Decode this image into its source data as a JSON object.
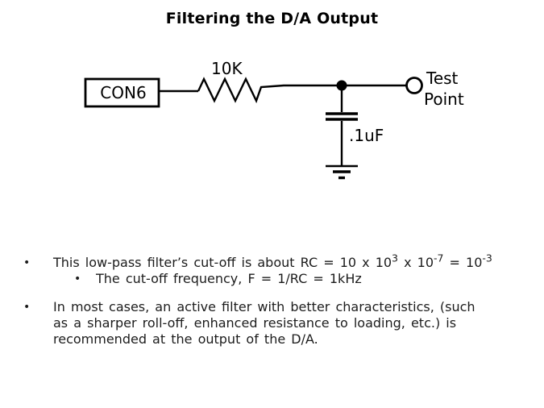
{
  "title": "Filtering the D/A Output",
  "schematic": {
    "connector_label": "CON6",
    "resistor_value": "10K",
    "capacitor_value": ".1uF",
    "test_point_line1": "Test",
    "test_point_line2": "Point"
  },
  "bullets": {
    "marker": "•",
    "b1": {
      "t1": "This low-pass filter’s cut-off is about RC = 10 x 10",
      "s1": "3",
      "t2": " x 10",
      "s2": "-7",
      "t3": " = 10",
      "s3": "-3"
    },
    "b1_sub": "The cut-off frequency, F = 1/RC = 1kHz",
    "b2": {
      "line1": "In most cases, an active filter with better characteristics, (such",
      "line2": "as a sharper roll-off, enhanced resistance to loading, etc.) is",
      "line3": "recommended at the output of the D/A."
    }
  }
}
